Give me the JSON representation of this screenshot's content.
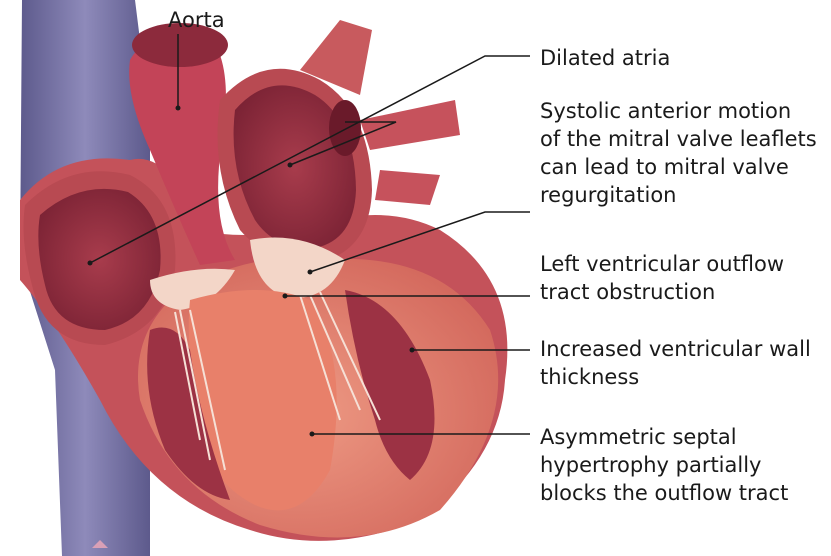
{
  "labels": {
    "aorta": "Aorta",
    "dilated_atria": "Dilated atria",
    "sam": "Systolic anterior motion\nof the mitral valve leaflets\ncan lead to mitral valve\nregurgitation",
    "lvot": "Left ventricular outflow\ntract obstruction",
    "wall": "Increased ventricular wall\nthickness",
    "septal": "Asymmetric septal\nhypertrophy partially\nblocks the outflow tract"
  },
  "colors": {
    "vena_cava": "#6e6a9c",
    "vena_cava_light": "#8a86b6",
    "myocardium": "#e2806e",
    "myocardium_dark": "#b84a52",
    "chamber": "#9e3445",
    "chamber_deep": "#7d2435",
    "aorta": "#c8445a",
    "valve": "#f2d0c2",
    "leader": "#1a1a1a"
  }
}
